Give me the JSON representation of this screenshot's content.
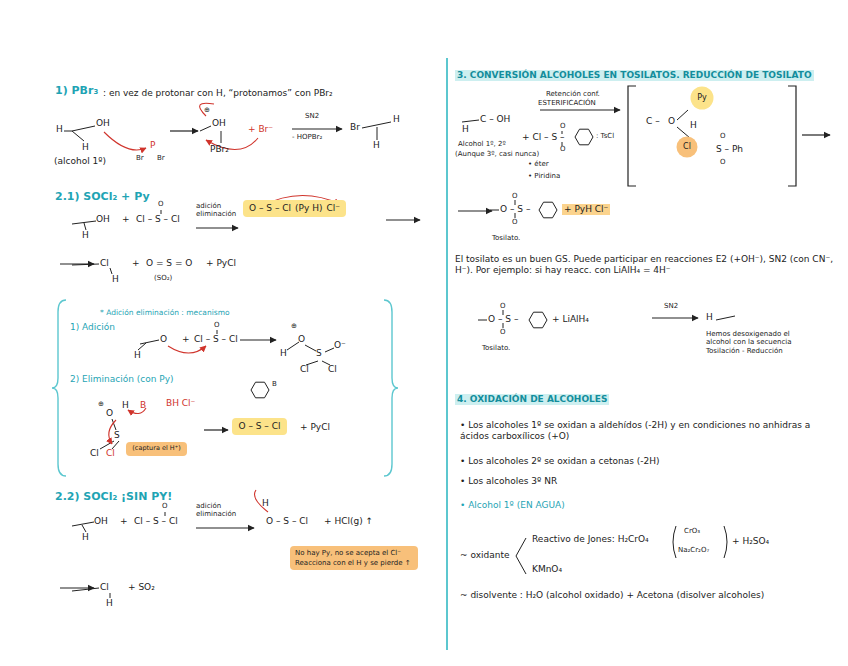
{
  "diagram": {
    "nodes": [
      {
        "text": [
          "O – S – Cl",
          "(Py H)",
          "Cl⁻"
        ]
      },
      {
        "text": [
          "(captura el H⁺)"
        ]
      },
      {
        "text": [
          "O – S – Cl"
        ]
      },
      {
        "text": [
          "No hay Py, no se acepta el Cl⁻",
          "Reacciona con el H y se pierde ↑"
        ]
      },
      {
        "text": [
          "Py"
        ]
      },
      {
        "text": [
          "Cl"
        ]
      }
    ],
    "labels": [
      "1) PBr₃",
      ": en vez de protonar con H, “protonamos” con PBr₂",
      "H",
      "OH",
      "H",
      "(alcohol 1º)",
      "P",
      "Br",
      "Br",
      "⊕",
      "OH",
      "PBr₂",
      "+ Br⁻",
      "SN2",
      "- HOPBr₂",
      "Br",
      "H",
      "H",
      "2.1) SOCl₂ + Py",
      "OH",
      "H",
      "+",
      "O",
      "Cl – S – Cl",
      "adición eliminación",
      "Cl",
      "H",
      "+",
      "O = S = O",
      "+ PyCl",
      "(SO₂)",
      "* Adición eliminación : mecanismo",
      "1) Adición",
      "O",
      "H",
      "+",
      "O",
      "Cl – S – Cl",
      "⊕",
      "O",
      "H",
      "S",
      "O⁻",
      "Cl",
      "Cl",
      "2) Eliminación (con Py)",
      "B",
      "⊕",
      "O",
      "H",
      "B",
      "BH Cl⁻",
      "S",
      "Cl",
      "Cl",
      "+ PyCl",
      "2.2) SOCl₂ ¡SIN PY!",
      "OH",
      "H",
      "+",
      "O",
      "Cl – S – Cl",
      "adición eliminación",
      "H",
      "O – S – Cl",
      "+ HCl(g) ↑",
      "Cl",
      "H",
      "+ SO₂",
      "3. CONVERSIÓN ALCOHOLES EN TOSILATOS. REDUCCIÓN DE TOSILATO",
      "C – OH",
      "H",
      "Alcohol 1º, 2º",
      "(Aunque 3º, casi nunca)",
      "Retención conf.",
      "ESTERIFICACIÓN",
      "O",
      "+ Cl – S –",
      "O",
      ": TsCl",
      "• éter",
      "• Piridina",
      "C –",
      "O",
      "H",
      "O",
      "S – Ph",
      "O",
      "O – S –",
      "O",
      "O",
      "+ PyH Cl⁻",
      "Tosilato.",
      "El tosilato es un buen GS. Puede participar en reacciones E2 (+OH⁻), SN2 (con CN⁻, H⁻). Por ejemplo: si hay reacc. con LiAlH₄ = 4H⁻",
      "O – S –",
      "O",
      "O",
      "+ LiAlH₄",
      "SN2",
      "H",
      "Tosilato.",
      "Hemos desoxigenado el alcohol con la secuencia Tosilación - Reducción",
      "4. OXIDACIÓN DE ALCOHOLES",
      "• Los alcoholes 1º se oxidan a aldehídos (-2H) y en condiciones no anhidras a ácidos carboxílicos (+O)",
      "• Los alcoholes 2º se oxidan a cetonas (-2H)",
      "• Los alcoholes 3º NR",
      "• Alcohol 1º (EN AGUA)",
      "~ oxidante",
      "Reactivo de Jones: H₂CrO₄",
      "CrO₃",
      "Na₂Cr₂O₇",
      "+ H₂SO₄",
      "KMnO₄",
      "~ disolvente : H₂O (alcohol oxidado) + Acetona (disolver alcoholes)"
    ]
  }
}
